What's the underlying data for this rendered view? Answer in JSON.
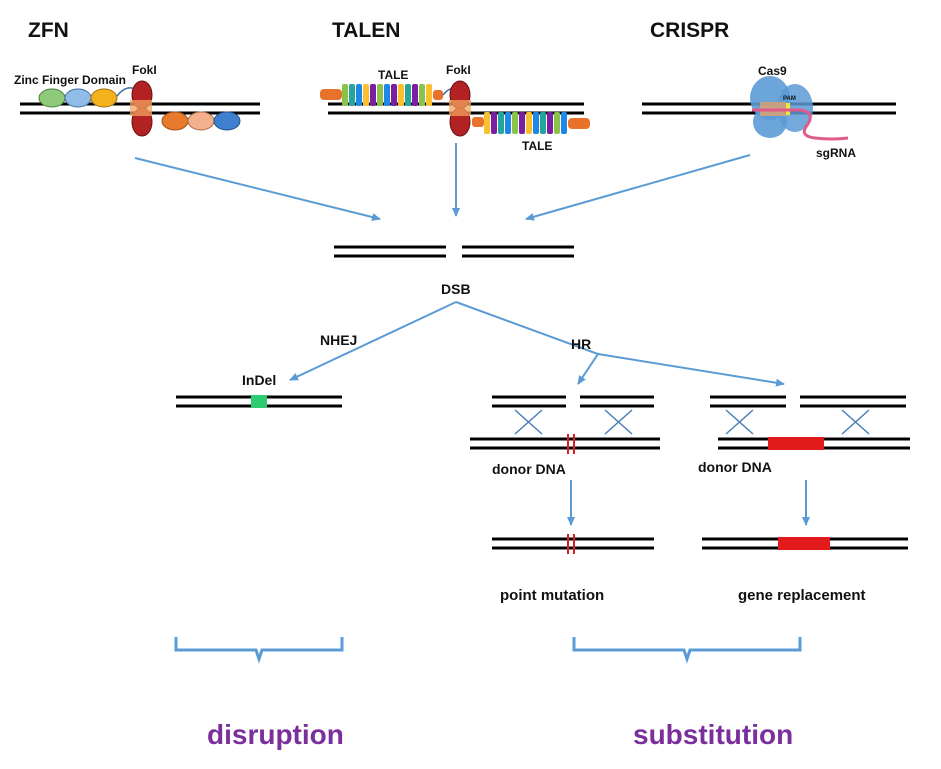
{
  "methods": {
    "zfn": {
      "title": "ZFN",
      "domain_label": "Zinc Finger Domain",
      "nuclease_label": "FokI"
    },
    "talen": {
      "title": "TALEN",
      "tale_top_label": "TALE",
      "nuclease_label": "FokI",
      "tale_bottom_label": "TALE"
    },
    "crispr": {
      "title": "CRISPR",
      "protein_label": "Cas9",
      "pam_label": "PAM",
      "guide_label": "sgRNA"
    }
  },
  "dsb_label": "DSB",
  "pathways": {
    "nhej": {
      "label": "NHEJ",
      "result_label": "InDel"
    },
    "hr": {
      "label": "HR"
    }
  },
  "donor_labels": {
    "left": "donor DNA",
    "right": "donor DNA"
  },
  "outcomes": {
    "point_mutation": "point mutation",
    "gene_replacement": "gene replacement"
  },
  "categories": {
    "disruption": "disruption",
    "substitution": "substitution"
  },
  "colors": {
    "arrow": "#5b9bd5",
    "fokI": "#b22222",
    "indel": "#2ecc71",
    "replacement": "#e31a1c",
    "sgrna": "#e05a8a",
    "cas9": "#5b9bd5",
    "category_text": "#7a2f9c"
  }
}
